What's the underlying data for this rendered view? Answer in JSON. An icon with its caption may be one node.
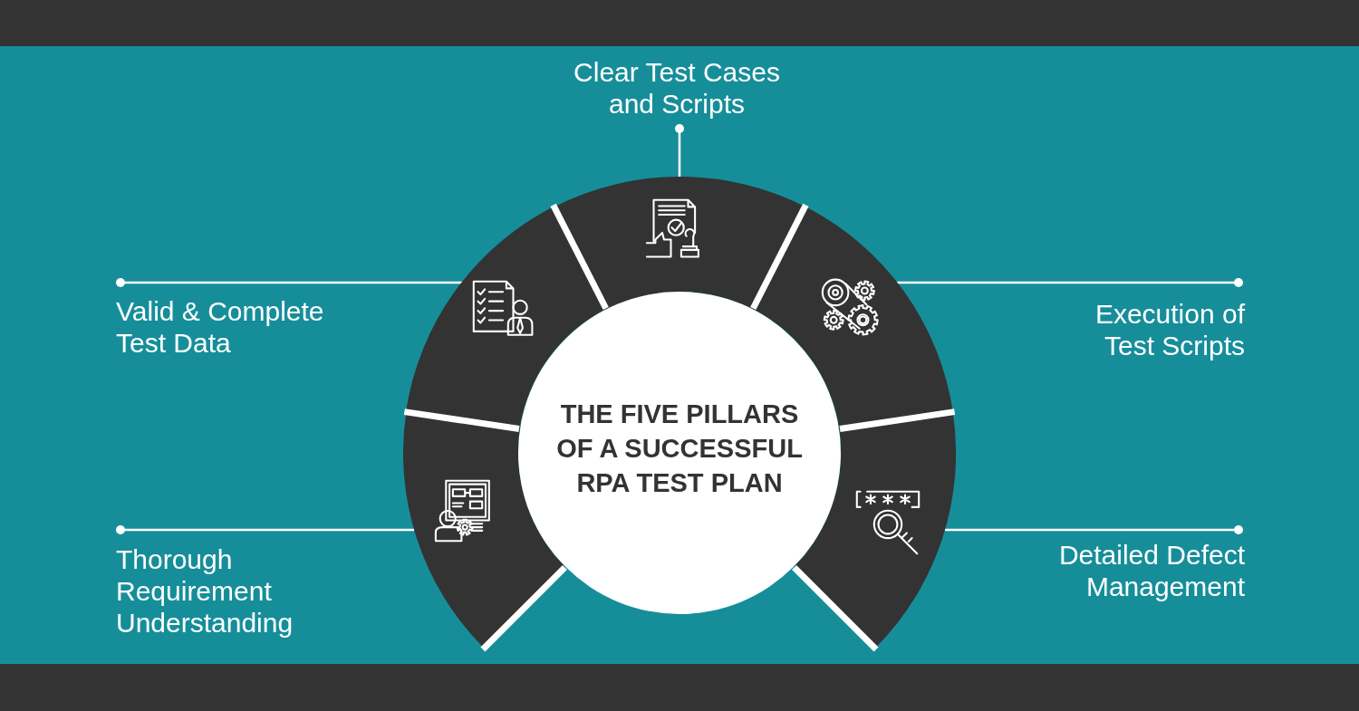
{
  "diagram": {
    "nodes": [
      {
        "text": [
          "Clear Test Cases and Scripts"
        ]
      },
      {
        "text": [],
        "shape": "sector"
      },
      {
        "text": [
          "Valid & Complete Test Data"
        ]
      },
      {
        "text": [],
        "shape": "sector"
      },
      {
        "text": [
          "Execution of Test Scripts"
        ]
      },
      {
        "text": [],
        "shape": "sector"
      },
      {
        "text": [
          "THE FIVE PILLARS OF A SUCCESSFUL RPA TEST PLAN"
        ]
      },
      {
        "text": [],
        "shape": "sector"
      },
      {
        "text": [],
        "shape": "sector"
      },
      {
        "text": [
          "Thorough Requirement Understanding"
        ]
      },
      {
        "text": [
          "Detailed Defect Management"
        ]
      }
    ],
    "edges": [
      {
        "from": 0,
        "to": 1,
        "arrow": "other"
      },
      {
        "from": 2,
        "to": 3,
        "arrow": "other"
      },
      {
        "from": 4,
        "to": 5,
        "arrow": "other"
      },
      {
        "from": 9,
        "to": 7,
        "arrow": "other"
      },
      {
        "from": 10,
        "to": 8,
        "arrow": "other"
      }
    ]
  }
}
